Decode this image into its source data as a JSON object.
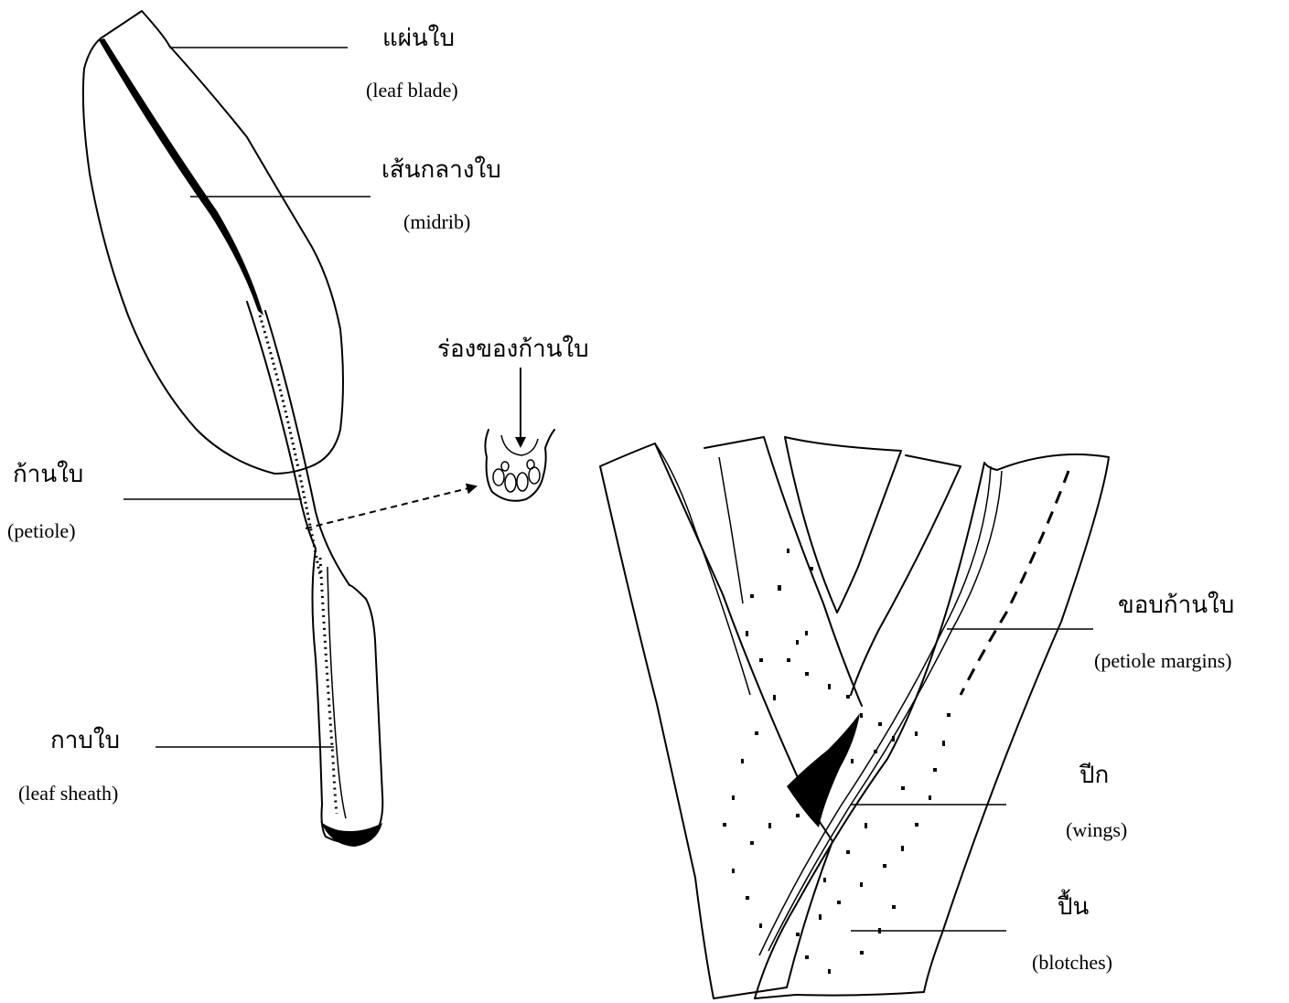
{
  "labels": {
    "leaf_blade": {
      "thai": "แผ่นใบ",
      "english": "(leaf blade)"
    },
    "midrib": {
      "thai": "เส้นกลางใบ",
      "english": "(midrib)"
    },
    "petiole_groove": {
      "thai": "ร่องของก้านใบ"
    },
    "petiole": {
      "thai": "ก้านใบ",
      "english": "(petiole)"
    },
    "leaf_sheath": {
      "thai": "กาบใบ",
      "english": "(leaf sheath)"
    },
    "petiole_margins": {
      "thai": "ขอบก้านใบ",
      "english": "(petiole margins)"
    },
    "wings": {
      "thai": "ปีก",
      "english": "(wings)"
    },
    "blotches": {
      "thai": "ปื้น",
      "english": "(blotches)"
    }
  },
  "colors": {
    "line": "#000000",
    "background": "#ffffff"
  }
}
